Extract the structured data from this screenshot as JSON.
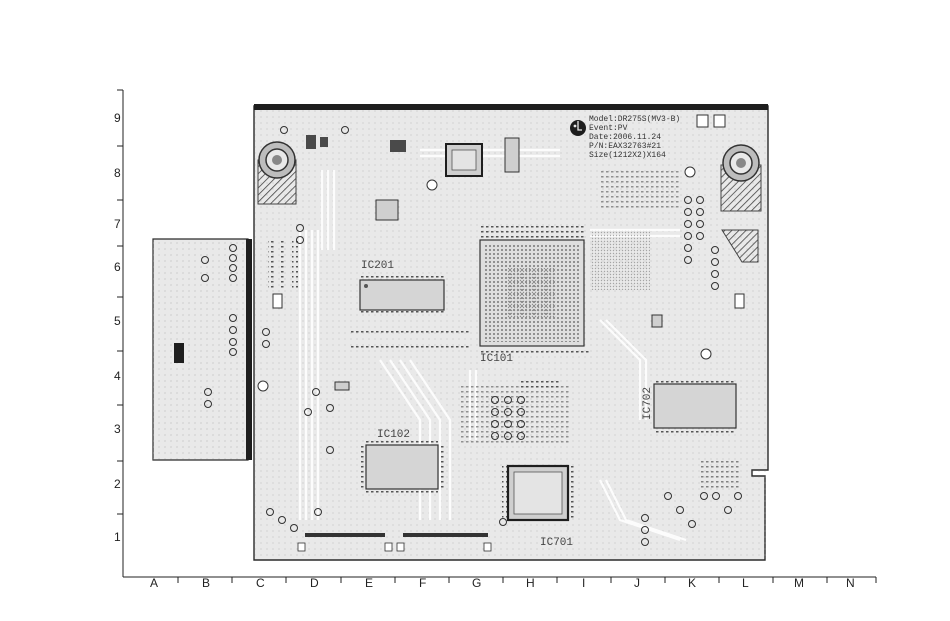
{
  "ruler": {
    "rows": [
      "9",
      "8",
      "7",
      "6",
      "5",
      "4",
      "3",
      "2",
      "1"
    ],
    "columns": [
      "A",
      "B",
      "C",
      "D",
      "E",
      "F",
      "G",
      "H",
      "I",
      "J",
      "K",
      "L",
      "M",
      "N"
    ]
  },
  "board": {
    "model_line": "Model:DR275S(MV3-B)",
    "event_line": "Event:PV",
    "date_line": "Date:2006.11.24",
    "pn_line": "P/N:EAX32763#21",
    "size_line": "Size(1212X2)X164"
  },
  "ics": {
    "ic201": "IC201",
    "ic101": "IC101",
    "ic102": "IC102",
    "ic701": "IC701",
    "ic702": "IC702"
  },
  "colors": {
    "board_fill": "#e9e9e9",
    "board_edge": "#2a2a2a",
    "trace": "#ffffff",
    "component": "#4a4a4a"
  }
}
